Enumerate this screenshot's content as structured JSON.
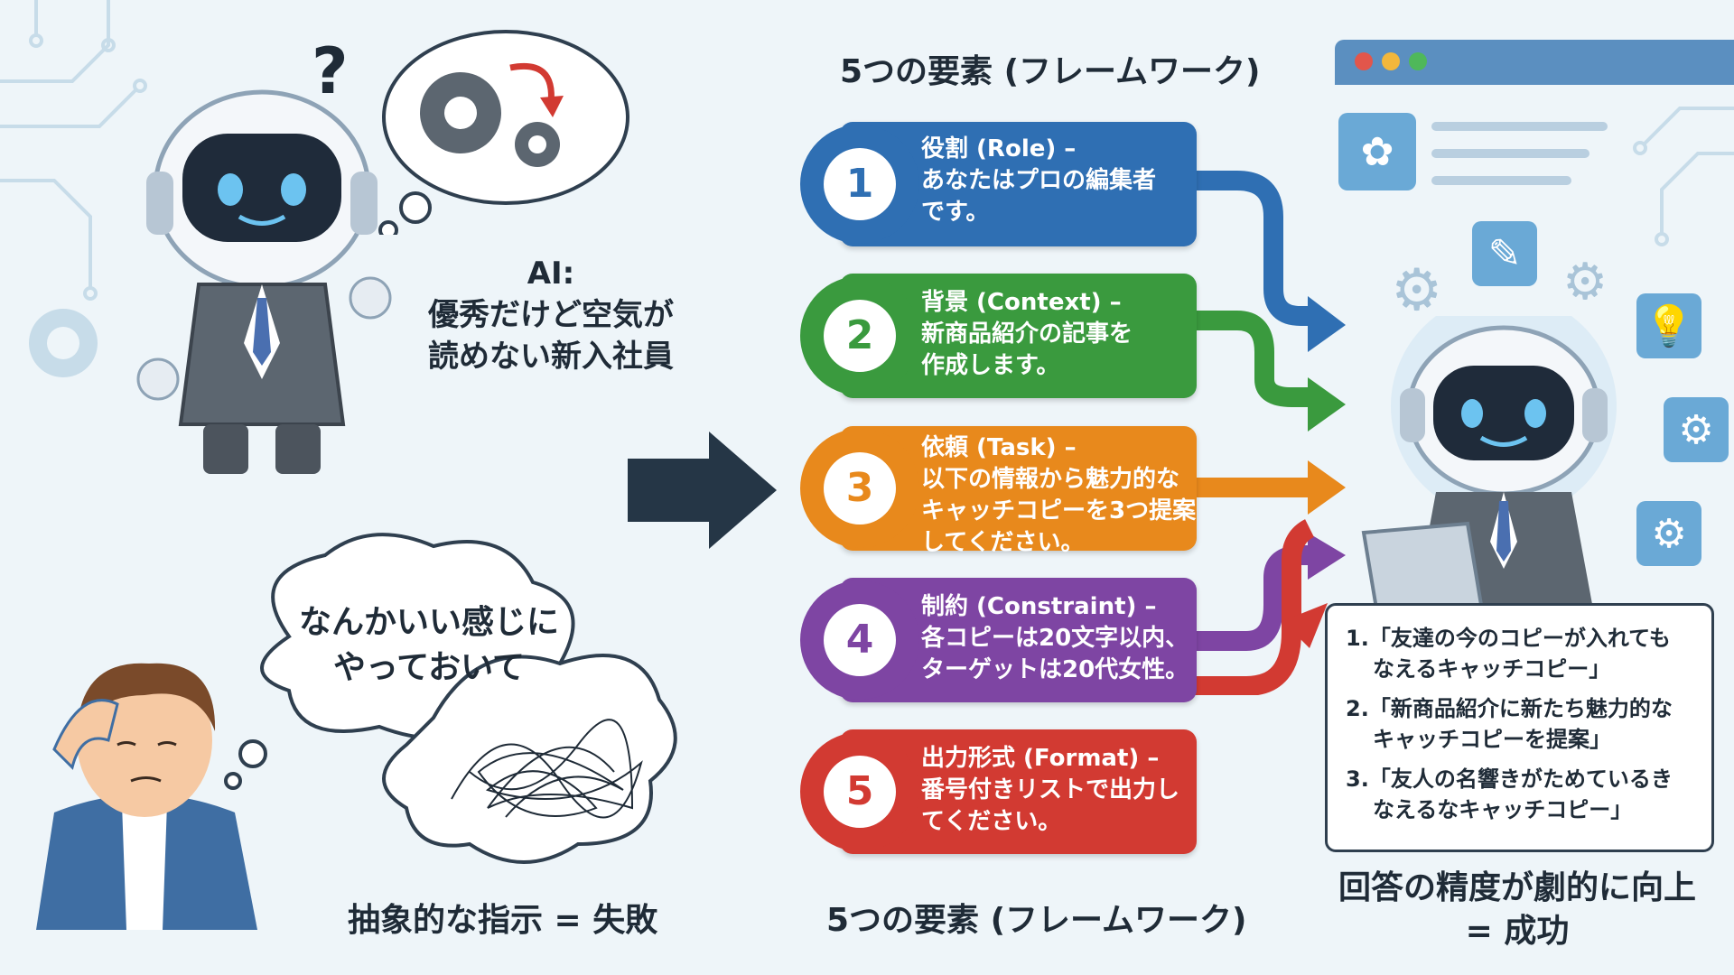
{
  "titles": {
    "top": "5つの要素 (フレームワーク)",
    "bottom": "5つの要素 (フレームワーク)"
  },
  "ai_label": [
    "AI:",
    "優秀だけど空気が",
    "読めない新入社員"
  ],
  "vague_instruction": [
    "なんかいい感じに",
    "やっておいて"
  ],
  "fail_label": "抽象的な指示 = 失敗",
  "success_label": [
    "回答の精度が劇的に向上",
    "= 成功"
  ],
  "steps": [
    {
      "number": "1",
      "title": "役割 (Role) –",
      "lines": [
        "あなたはプロの編集者",
        "です。"
      ],
      "color": "#2f6fb3"
    },
    {
      "number": "2",
      "title": "背景 (Context) –",
      "lines": [
        "新商品紹介の記事を",
        "作成します。"
      ],
      "color": "#3a9a3e"
    },
    {
      "number": "3",
      "title": "依頼 (Task) –",
      "lines": [
        "以下の情報から魅力的な",
        "キャッチコピーを3つ提案",
        "してください。"
      ],
      "color": "#e8891c"
    },
    {
      "number": "4",
      "title": "制約 (Constraint) –",
      "lines": [
        "各コピーは20文字以内、",
        "ターゲットは20代女性。"
      ],
      "color": "#7e45a3"
    },
    {
      "number": "5",
      "title": "出力形式 (Format) –",
      "lines": [
        "番号付きリストで出力し",
        "てください。"
      ],
      "color": "#d23a32"
    }
  ],
  "results": [
    {
      "label": "1.「友達の今のコピーが入れても",
      "cont": "なえるキャッチコピー」"
    },
    {
      "label": "2.「新商品紹介に新たち魅力的な",
      "cont": "キャッチコピーを提案」"
    },
    {
      "label": "3.「友人の名響きがためているき",
      "cont": "なえるなキャッチコピー」"
    }
  ],
  "icons": {
    "question": "question-mark-icon",
    "gears": "gears-icon",
    "chatgpt": "chatgpt-logo-icon",
    "pencil": "pencil-icon",
    "bulb": "lightbulb-icon",
    "settings": "gear-icon",
    "laptop": "laptop-icon"
  },
  "colors": {
    "navy_arrow": "#253646",
    "background": "#eef5f9",
    "accent_blue": "#5b8fc0"
  }
}
